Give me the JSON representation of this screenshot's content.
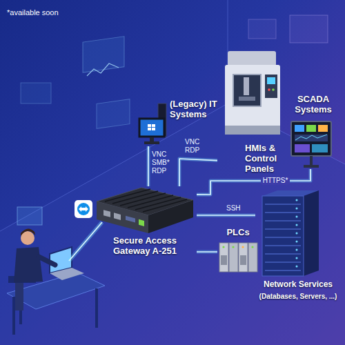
{
  "diagram": {
    "nodes": [
      {
        "text": [
          "(Legacy) IT Systems"
        ]
      },
      {
        "text": [
          "SCADA Systems"
        ]
      },
      {
        "text": [
          "HMIs & Control Panels"
        ]
      },
      {
        "text": [
          "Secure Access Gateway A-251"
        ]
      },
      {
        "text": [
          "PLCs"
        ]
      },
      {
        "text": [
          "Network Services",
          "(Databases, Servers, ...)"
        ]
      }
    ],
    "edges": [
      {
        "from": 3,
        "to": 0,
        "arrow": "none",
        "label": "VNC SMB* RDP"
      },
      {
        "from": 3,
        "to": 2,
        "arrow": "none",
        "label": "VNC RDP"
      },
      {
        "from": 3,
        "to": 1,
        "arrow": "none",
        "label": "HTTPS*"
      },
      {
        "from": 3,
        "to": 5,
        "arrow": "none",
        "label": "SSH"
      },
      {
        "from": 3,
        "to": 4,
        "arrow": "none"
      }
    ],
    "labels": [
      "*available soon"
    ]
  }
}
